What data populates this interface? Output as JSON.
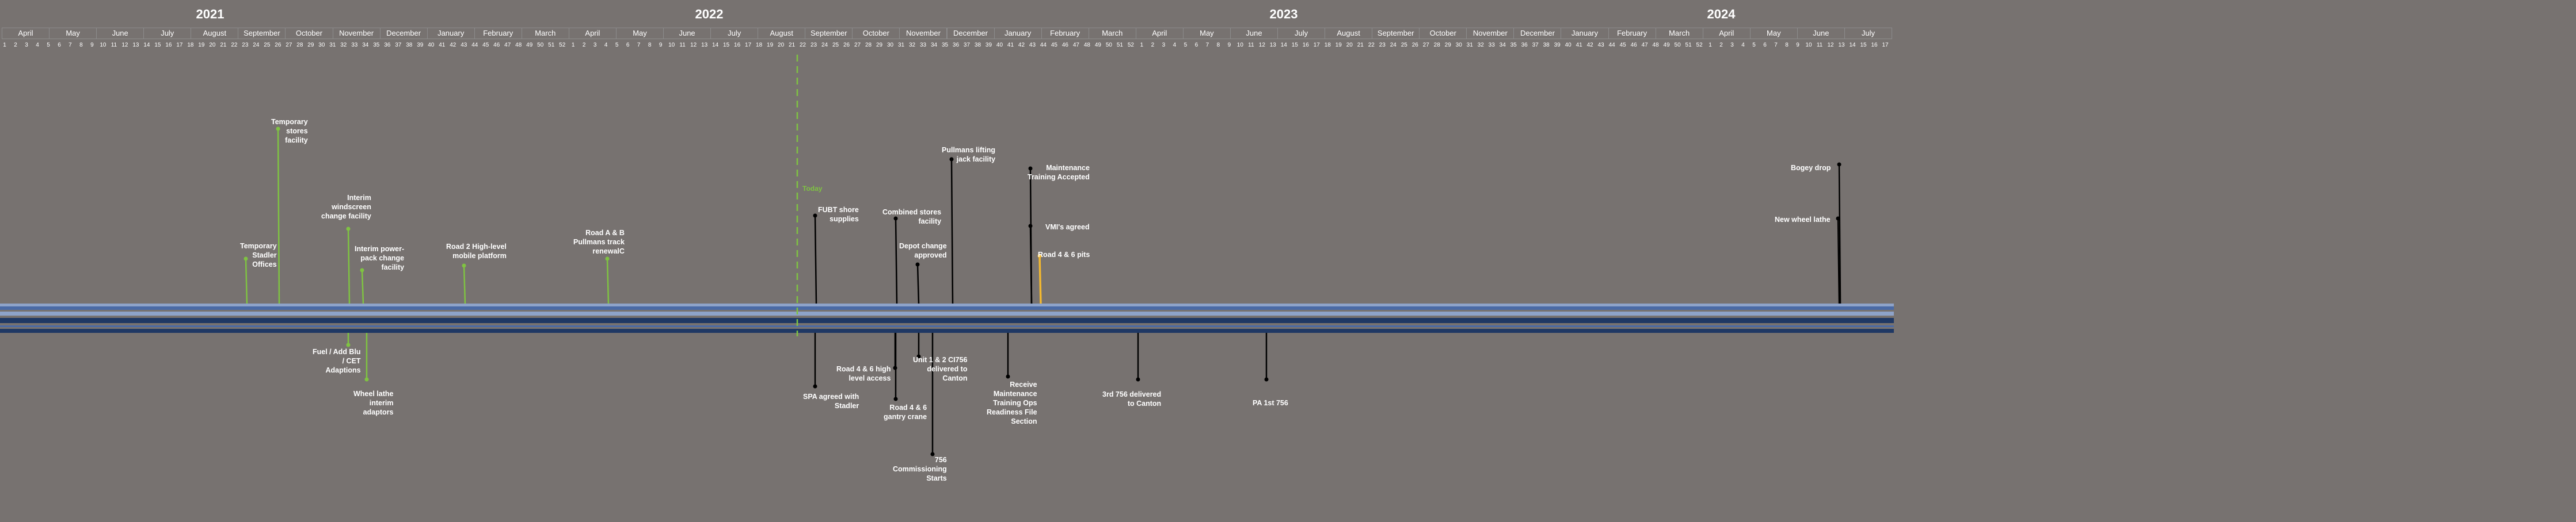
{
  "years": [
    "2021",
    "2022",
    "2023",
    "2024"
  ],
  "months": [
    "April",
    "May",
    "June",
    "July",
    "August",
    "September",
    "October",
    "November",
    "December",
    "January",
    "February",
    "March",
    "April",
    "May",
    "June",
    "July",
    "August",
    "September",
    "October",
    "November",
    "December",
    "January",
    "February",
    "March",
    "April",
    "May",
    "June",
    "July",
    "August",
    "September",
    "October",
    "November",
    "December",
    "January",
    "February",
    "March",
    "April",
    "May",
    "June",
    "July"
  ],
  "week_numbers": [
    "1",
    "2",
    "3",
    "4",
    "5",
    "6",
    "7",
    "8",
    "9",
    "10",
    "11",
    "12",
    "13",
    "14",
    "15",
    "16",
    "17",
    "18",
    "19",
    "20",
    "21",
    "22",
    "23",
    "24",
    "25",
    "26",
    "27",
    "28",
    "29",
    "30",
    "31",
    "32",
    "33",
    "34",
    "35",
    "36",
    "37",
    "38",
    "39",
    "40",
    "41",
    "42",
    "43",
    "44",
    "45",
    "46",
    "47",
    "48",
    "49",
    "50",
    "51",
    "52",
    "1",
    "2",
    "3",
    "4",
    "5",
    "6",
    "7",
    "8",
    "9",
    "10",
    "11",
    "12",
    "13",
    "14",
    "15",
    "16",
    "17",
    "18",
    "19",
    "20",
    "21",
    "22",
    "23",
    "24",
    "25",
    "26",
    "27",
    "28",
    "29",
    "30",
    "31",
    "32",
    "33",
    "34",
    "35",
    "36",
    "37",
    "38",
    "39",
    "40",
    "41",
    "42",
    "43",
    "44",
    "45",
    "46",
    "47",
    "48",
    "49",
    "50",
    "51",
    "52",
    "1",
    "2",
    "3",
    "4",
    "5",
    "6",
    "7",
    "8",
    "9",
    "10",
    "11",
    "12",
    "13",
    "14",
    "15",
    "16",
    "17",
    "18",
    "19",
    "20",
    "21",
    "22",
    "23",
    "24",
    "25",
    "26",
    "27",
    "28",
    "29",
    "30",
    "31",
    "32",
    "33",
    "34",
    "35",
    "36",
    "37",
    "38",
    "39",
    "40",
    "41",
    "42",
    "43",
    "44",
    "45",
    "46",
    "47",
    "48",
    "49",
    "50",
    "51",
    "52",
    "1",
    "2",
    "3",
    "4",
    "5",
    "6",
    "7",
    "8",
    "9",
    "10",
    "11",
    "12",
    "13",
    "14",
    "15",
    "16",
    "17"
  ],
  "today_label": "Today",
  "colors": {
    "background": "#777270",
    "band_light": "#8ea3c9",
    "band_mid": "#4a6aa5",
    "band_dark": "#1f3864",
    "green": "#7fc342",
    "black": "#000000",
    "gold": "#f2b830"
  },
  "events_above": [
    {
      "id": "temp-stores",
      "text": "Temporary\nstores\nfacility",
      "color": "green"
    },
    {
      "id": "temp-stadler-offices",
      "text": "Temporary\nStadler\nOffices",
      "color": "green"
    },
    {
      "id": "interim-windscreen",
      "text": "Interim\nwindscreen\nchange facility",
      "color": "green"
    },
    {
      "id": "interim-powerpack",
      "text": "Interim power-\npack change\nfacility",
      "color": "green"
    },
    {
      "id": "road2-platform",
      "text": "Road 2 High-level\nmobile platform",
      "color": "green"
    },
    {
      "id": "road-ab-pullmans",
      "text": "Road A & B\nPullmans track\nrenewalC",
      "color": "green"
    },
    {
      "id": "fubt-shore",
      "text": "FUBT shore\nsupplies",
      "color": "black"
    },
    {
      "id": "combined-stores",
      "text": "Combined stores\nfacility",
      "color": "black"
    },
    {
      "id": "depot-change",
      "text": "Depot change\napproved",
      "color": "black"
    },
    {
      "id": "pullmans-lifting",
      "text": "Pullmans lifting\njack facility",
      "color": "black"
    },
    {
      "id": "maintenance-training",
      "text": "Maintenance\nTraining Accepted",
      "color": "black"
    },
    {
      "id": "vmi-agreed",
      "text": "VMI's agreed",
      "color": "black"
    },
    {
      "id": "road-46-pits",
      "text": "Road 4 & 6 pits",
      "color": "gold"
    },
    {
      "id": "bogey-drop",
      "text": "Bogey drop",
      "color": "black"
    },
    {
      "id": "new-wheel-lathe",
      "text": "New wheel lathe",
      "color": "black"
    }
  ],
  "events_below": [
    {
      "id": "fuel-add-blu",
      "text": "Fuel / Add Blu\n/ CET\nAdaptions",
      "color": "green"
    },
    {
      "id": "wheel-lathe-adaptors",
      "text": "Wheel lathe\ninterim\nadaptors",
      "color": "green"
    },
    {
      "id": "spa-agreed",
      "text": "SPA agreed with\nStadler",
      "color": "black"
    },
    {
      "id": "road-46-high-level",
      "text": "Road 4 & 6 high\nlevel access",
      "color": "black"
    },
    {
      "id": "road-46-gantry",
      "text": "Road 4 & 6\ngantry crane",
      "color": "black"
    },
    {
      "id": "unit-1-2-delivered",
      "text": "Unit 1 & 2 CI756\ndelivered to\nCanton",
      "color": "black"
    },
    {
      "id": "commissioning-starts",
      "text": "756\nCommissioning\nStarts",
      "color": "black"
    },
    {
      "id": "receive-maintenance",
      "text": "Receive\nMaintenance\nTraining Ops\nReadiness File\nSection",
      "color": "black"
    },
    {
      "id": "third-756-delivered",
      "text": "3rd 756 delivered\nto Canton",
      "color": "black"
    },
    {
      "id": "pa-1st-756",
      "text": "PA 1st 756",
      "color": "black"
    }
  ]
}
